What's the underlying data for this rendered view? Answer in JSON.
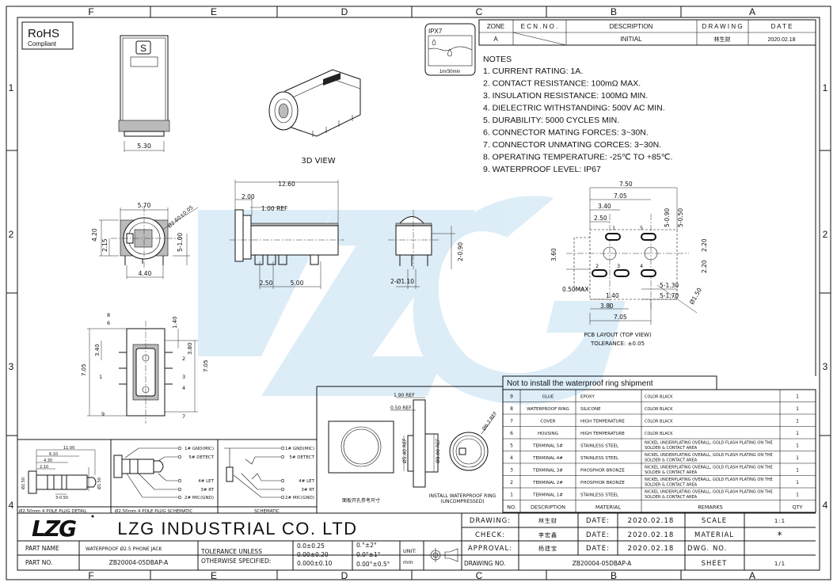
{
  "grid": {
    "columns": [
      "F",
      "E",
      "D",
      "C",
      "B",
      "A"
    ],
    "rows": [
      "1",
      "2",
      "3",
      "4"
    ]
  },
  "rohs": {
    "title": "RoHS",
    "subtitle": "Compliant"
  },
  "ipx": {
    "rating": "IPX7",
    "condition": "1m/30min"
  },
  "revision": {
    "headers": {
      "zone": "ZONE",
      "ecn": "E C N . N O .",
      "description": "DESCRIPTION",
      "drawing": "D R A W I N G",
      "date": "D A T E"
    },
    "row": {
      "zone": "A",
      "ecn": "",
      "description": "INITIAL",
      "drawing": "林生财",
      "date": "2020.02.18"
    }
  },
  "notes": {
    "title": "NOTES",
    "items": [
      "1. CURRENT RATING: 1A.",
      "2. CONTACT RESISTANCE: 100mΩ MAX.",
      "3. INSULATION RESISTANCE: 100MΩ MIN.",
      "4. DIELECTRIC WITHSTANDING: 500V AC MIN.",
      "5. DURABILITY: 5000 CYCLES MIN.",
      "6. CONNECTOR MATING FORCES: 3~30N.",
      "7. CONNECTOR UNMATING CORCES: 3~30N.",
      "8. OPERATING TEMPERATURE: -25℃ TO +85℃.",
      "9. WATERPROOF LEVEL: IP67"
    ]
  },
  "views": {
    "top_width": "5.30",
    "view_3d_label": "3D VIEW",
    "front": {
      "width": "5.70",
      "height": "4.20",
      "center": "2.15",
      "pin_pitch": "4.40",
      "hole": "Ø2.60±0.05",
      "pin": "5-1.00"
    },
    "side": {
      "length": "12.60",
      "flange": "2.00",
      "ref": "1.00 REF",
      "p1": "2.50",
      "p2": "5.00"
    },
    "end": {
      "pins": "2-Ø1.10",
      "pin_len": "2-0.90"
    },
    "bottom": {
      "h1": "3.40",
      "h2": "7.05",
      "h3": "1.40",
      "h4": "3.80",
      "h5": "7.05"
    }
  },
  "pcb": {
    "dims": [
      "7.50",
      "7.05",
      "3.40",
      "2.50",
      "5-0.90",
      "5-0.50",
      "3.60",
      "2.20",
      "2.20",
      "0.50MAX",
      "1.40",
      "3.80",
      "7.05",
      "5-1.30",
      "5-1.70",
      "Ø1.50"
    ],
    "pins": [
      "1",
      "5",
      "2",
      "3",
      "4"
    ],
    "title": "PCB LAYOUT (TOP VIEW)",
    "tolerance": "TOLERANCE: ±0.05"
  },
  "ring": {
    "d1": "1.90 REF",
    "d2": "0.50 REF",
    "d3": "Ø5.40 REF",
    "d4": "Ø8.00 REF",
    "d5": "Ø6.7 REF",
    "panel_label": "面板开孔参考尺寸",
    "install_label_1": "INSTALL WATERPROOF RING",
    "install_label_2": "(UNCOMPRESSED)"
  },
  "plug": {
    "detail_dims": [
      "11.00",
      "6.10",
      "4.30",
      "2.10",
      "3-0.50",
      "Ø2.50",
      "Ø1.50"
    ],
    "detail_caption": "Ø2.50mm 4 POLE PLUG DETAIL",
    "schematic_caption": "Ø2.50mm 4 POLE PLUG SCHEMATIC",
    "circuit_caption": "SCHEMATIC",
    "pins": [
      "1# GND(MIC)",
      "5# DETECT",
      "4# LET",
      "3# RT",
      "2# MIC(GND)"
    ]
  },
  "bom": {
    "banner": "Not to install the waterproof ring shipment",
    "headers": {
      "no": "NO.",
      "description": "DESCRIPTION",
      "material": "MATERIAL",
      "remarks": "REMARKS",
      "qty": "QTY"
    },
    "rows": [
      {
        "no": "9",
        "description": "GLUE",
        "material": "EPOXY",
        "remarks": "COLOR BLACK",
        "qty": "1"
      },
      {
        "no": "8",
        "description": "WATERPROOF RING",
        "material": "SILICONE",
        "remarks": "COLOR BLACK",
        "qty": "1"
      },
      {
        "no": "7",
        "description": "COVER",
        "material": "HIGH TEMPERATURE",
        "remarks": "COLOR BLACK",
        "qty": "1"
      },
      {
        "no": "6",
        "description": "HOUSING",
        "material": "HIGH TEMPERATURE",
        "remarks": "COLOR BLACK",
        "qty": "1"
      },
      {
        "no": "5",
        "description": "TERMINAL 5#",
        "material": "STAINLESS STEEL",
        "remarks": "NICKEL UNDERPLATING OVERALL, GOLD FLASH PLATING ON THE SOLDER & CONTACT AREA",
        "qty": "1"
      },
      {
        "no": "4",
        "description": "TERMINAL 4#",
        "material": "STAINLESS STEEL",
        "remarks": "NICKEL UNDERPLATING OVERALL, GOLD FLASH PLATING ON THE SOLDER & CONTACT AREA",
        "qty": "1"
      },
      {
        "no": "3",
        "description": "TERMINAL 3#",
        "material": "PHOSPHOR BRONZE",
        "remarks": "NICKEL UNDERPLATING OVERALL, GOLD FLASH PLATING ON THE SOLDER & CONTACT AREA",
        "qty": "1"
      },
      {
        "no": "2",
        "description": "TERMINAL 2#",
        "material": "PHOSPHOR BRONZE",
        "remarks": "NICKEL UNDERPLATING OVERALL, GOLD FLASH PLATING ON THE SOLDER & CONTACT AREA",
        "qty": "1"
      },
      {
        "no": "1",
        "description": "TERMINAL 1#",
        "material": "STAINLESS STEEL",
        "remarks": "NICKEL UNDERPLATING OVERALL, GOLD FLASH PLATING ON THE SOLDER & CONTACT AREA",
        "qty": "1"
      }
    ]
  },
  "title_block": {
    "logo": "LZG",
    "company": "LZG INDUSTRIAL CO. LTD",
    "part_name_label": "PART NAME",
    "part_name": "WATERPROOF Ø2.5 PHONE JACK",
    "part_no_label": "PART NO.",
    "part_no": "ZB20004-05DBAP-A",
    "tolerance_label_1": "TOLERANCE UNLESS",
    "tolerance_label_2": "OTHERWISE SPECIFIED:",
    "tol_linear": [
      "0.0±0.25",
      "0.00±0.20",
      "0.000±0.10"
    ],
    "tol_angle": [
      "0.°±2°",
      "0.0°±1°",
      "0.00°±0.5°"
    ],
    "unit_label": "UNIT:",
    "unit": "mm",
    "drawing_label": "DRAWING:",
    "drawing_by": "林生财",
    "check_label": "CHECK:",
    "check_by": "李宏鑫",
    "approval_label": "APPROVAL:",
    "approval_by": "杨建宝",
    "date_label": "DATE:",
    "dates": [
      "2020.02.18",
      "2020.02.18",
      "2020.02.18"
    ],
    "scale_label": "SCALE",
    "scale": "1:1",
    "material_label": "MATERIAL",
    "material": "*",
    "dwg_no_label": "DWG. NO.",
    "drawing_no_label": "DRAWING NO.",
    "drawing_no": "ZB20004-05DBAP-A",
    "sheet_label": "SHEET",
    "sheet": "1/1"
  },
  "colors": {
    "watermark": "#d6ebf7",
    "line": "#111111"
  }
}
